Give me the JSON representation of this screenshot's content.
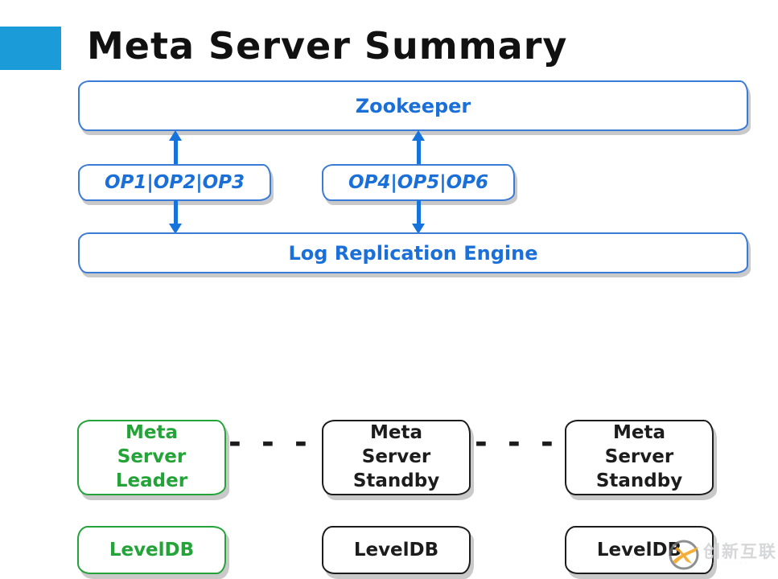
{
  "slide": {
    "title": "Meta Server Summary",
    "accent_color": "#1b9cd9"
  },
  "diagram": {
    "zookeeper_label": "Zookeeper",
    "op_groups": [
      {
        "label": "OP1|OP2|OP3"
      },
      {
        "label": "OP4|OP5|OP6"
      }
    ],
    "log_engine_label": "Log Replication Engine",
    "ellipsis": "- - -",
    "servers": [
      {
        "label": "Meta Server Leader",
        "role": "leader",
        "color": "#23a338"
      },
      {
        "label": "Meta Server Standby",
        "role": "standby",
        "color": "#1c1c1c"
      },
      {
        "label": "Meta Server Standby",
        "role": "standby",
        "color": "#1c1c1c"
      }
    ],
    "databases": [
      {
        "label": "LevelDB",
        "color": "#23a338"
      },
      {
        "label": "LevelDB",
        "color": "#1c1c1c"
      },
      {
        "label": "LevelDB",
        "color": "#1c1c1c"
      }
    ],
    "colors": {
      "box_border_blue": "#3a7bd5",
      "text_blue": "#1a6fd9",
      "arrow_blue": "#1673db",
      "leader_green": "#23a338",
      "standby_black": "#1c1c1c",
      "shadow_gray": "#c9c9c9"
    }
  },
  "watermark": {
    "logo": "x-swoosh-icon",
    "logo_color": "#f5a623",
    "text": "创新互联",
    "subtext": "· · · · · · · · · · · ·"
  }
}
